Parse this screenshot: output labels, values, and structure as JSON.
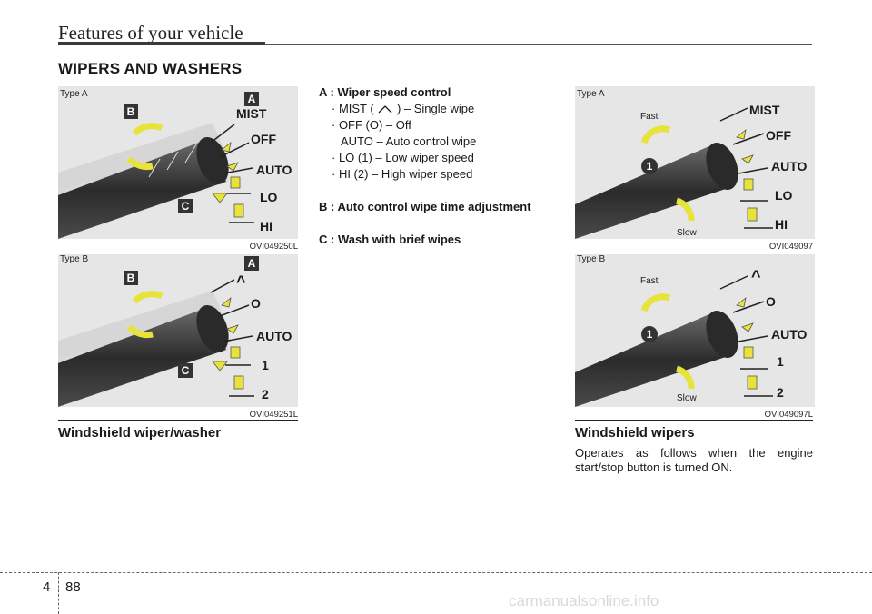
{
  "header": {
    "title": "Features of your vehicle"
  },
  "section": {
    "title": "WIPERS AND WASHERS"
  },
  "figures": {
    "fig1": {
      "type": "Type A",
      "code": "OVI049250L",
      "labels": [
        "MIST",
        "OFF",
        "AUTO",
        "LO",
        "HI"
      ],
      "badges": [
        "A",
        "B",
        "C"
      ]
    },
    "fig2": {
      "type": "Type B",
      "code": "OVI049251L",
      "labels": [
        "^",
        "O",
        "AUTO",
        "1",
        "2"
      ],
      "badges": [
        "A",
        "B",
        "C"
      ]
    },
    "fig3": {
      "type": "Type A",
      "code": "OVI049097",
      "labels": [
        "MIST",
        "OFF",
        "AUTO",
        "LO",
        "HI"
      ],
      "fast": "Fast",
      "slow": "Slow",
      "badge": "1"
    },
    "fig4": {
      "type": "Type B",
      "code": "OVI049097L",
      "labels": [
        "^",
        "O",
        "AUTO",
        "1",
        "2"
      ],
      "fast": "Fast",
      "slow": "Slow",
      "badge": "1"
    }
  },
  "left_caption": "Windshield wiper/washer",
  "right_caption": "Windshield wipers",
  "description": {
    "a_head": "A : Wiper speed control",
    "mist_pre": "· MIST (",
    "mist_post": ") – Single wipe",
    "off": "· OFF (O) – Off",
    "auto": "AUTO – Auto control wipe",
    "lo": "· LO (1) – Low wiper speed",
    "hi": "· HI (2) – High wiper speed",
    "b_head": "B : Auto control wipe time adjustment",
    "c_head": "C : Wash with brief wipes"
  },
  "body_text": "Operates as follows when the engine start/stop button is turned ON.",
  "footer": {
    "chapter": "4",
    "page": "88",
    "watermark": "carmanualsonline.info"
  },
  "colors": {
    "arrow_yellow": "#e8e33a",
    "badge_dark": "#333333",
    "panel": "#e6e6e6"
  }
}
